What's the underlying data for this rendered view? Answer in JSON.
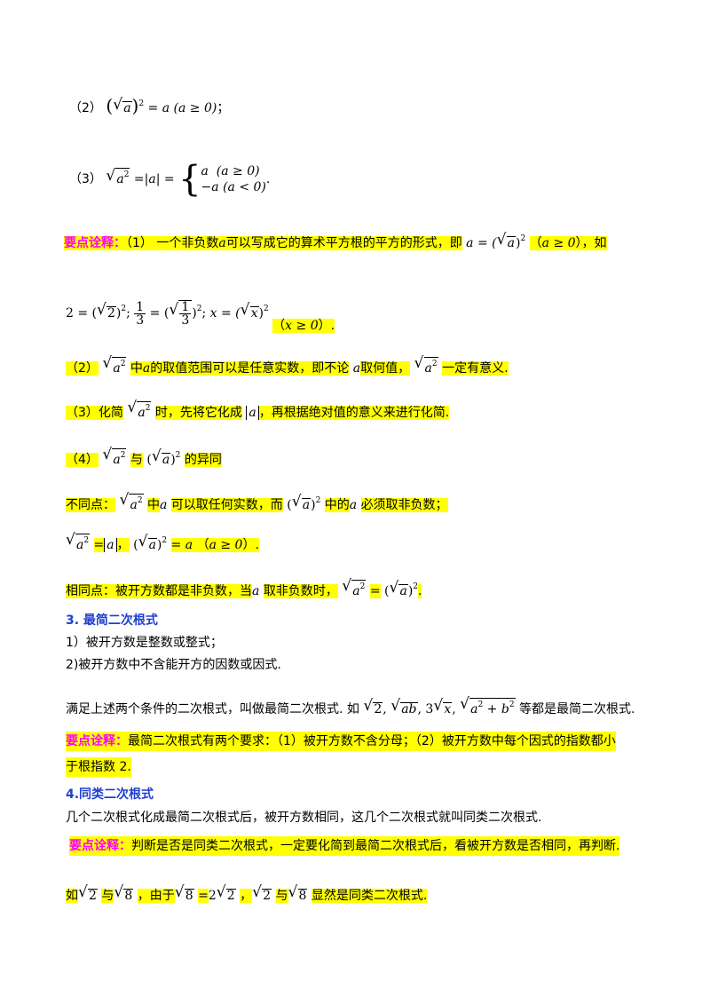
{
  "formula2": {
    "label": "（2）",
    "lhs_base": "a",
    "lhs_exp": "2",
    "eq": "=",
    "rhs": "a",
    "cond": "(a ≥ 0)",
    "end": "；"
  },
  "formula3": {
    "label": "（3）",
    "lhs_base": "a",
    "lhs_exp": "2",
    "eq": "=|a| =",
    "case1_val": "a",
    "case1_cond": "(a ≥ 0)",
    "case2_val": "−a",
    "case2_cond": "(a < 0)",
    "end": "."
  },
  "note1": {
    "title": "要点诠释：",
    "text_a": "（1）  一个非负数",
    "var": "a",
    "text_b": "可以写成它的算术平方根的平方的形式，即",
    "formula": "a = (",
    "cond": "a ≥ 0",
    "text_c": "），如",
    "example_a": "2 = (",
    "example_b": "x = (",
    "cond2": "x ≥ 0",
    "end2": "）."
  },
  "note2": {
    "label": "（2）",
    "mid": "中",
    "text": "的取值范围可以是任意实数，即不论",
    "text2": "取何值，",
    "end": "一定有意义."
  },
  "note3": {
    "label": "（3）化简",
    "text": "时，先将它化成",
    "end": "，再根据绝对值的意义来进行化简."
  },
  "note4": {
    "label": "（4）",
    "and": "与",
    "end": "的异同"
  },
  "diff": {
    "label": "不同点：",
    "mid": "中",
    "text": "可以取任何实数，而",
    "text2": "中的",
    "end": "必须取非负数；"
  },
  "diff2": {
    "eq": "=",
    "cond": "a ≥ 0",
    "end": "）."
  },
  "same": {
    "label": "相同点：被开方数都是非负数，当",
    "text": "取非负数时，",
    "eq": "=",
    "end": "."
  },
  "section3": {
    "title": "3.  最简二次根式",
    "item1": "1）被开方数是整数或整式；",
    "item2": "2)被开方数中不含能开方的因数或因式.",
    "text_a": "满足上述两个条件的二次根式，叫做最简二次根式. 如",
    "text_b": "等都是最简二次根式."
  },
  "note5": {
    "title": "要点诠释：",
    "text": "最简二次根式有两个要求：（1）被开方数不含分母；（2）被开方数中每个因式的指数都小",
    "text2": "于根指数 2."
  },
  "section4": {
    "title": "4.同类二次根式",
    "text": "几个二次根式化成最简二次根式后，被开方数相同，这几个二次根式就叫同类二次根式."
  },
  "note6": {
    "title": "要点诠释：",
    "text": "判断是否是同类二次根式，一定要化简到最简二次根式后，看被开方数是否相同，再判断."
  },
  "example": {
    "a": "如",
    "and": "与",
    "b": "，由于",
    "eq": "=",
    "c": "，",
    "d": "显然是同类二次根式."
  },
  "colors": {
    "highlight": "#ffff00",
    "title_magenta": "#ff00ff",
    "section_blue": "#1f3fd0"
  }
}
